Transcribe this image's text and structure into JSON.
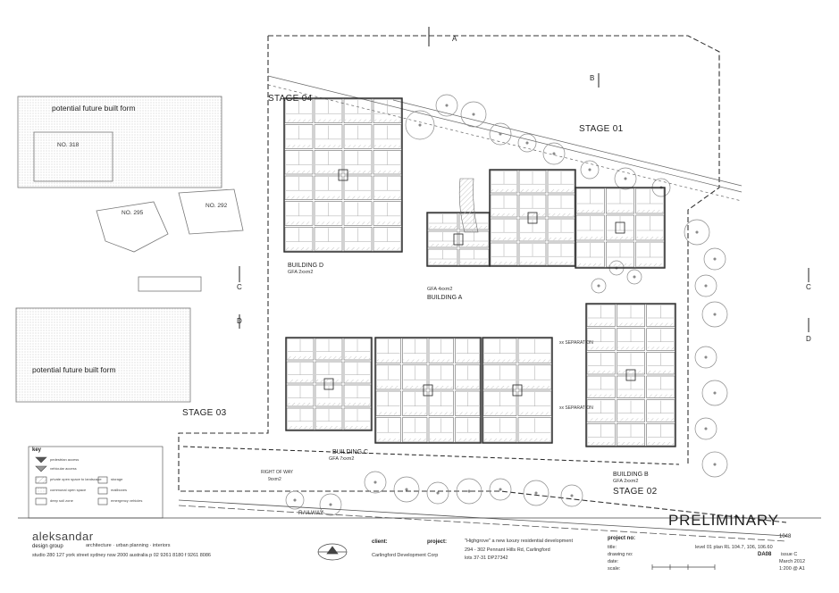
{
  "stages": {
    "s1": "STAGE 01",
    "s2": "STAGE 02",
    "s3": "STAGE 03",
    "s4": "STAGE 04"
  },
  "buildings": {
    "a": {
      "name": "BUILDING A",
      "gfa": "GFA 4xxm2"
    },
    "b": {
      "name": "BUILDING B",
      "gfa": "GFA 2xxm2"
    },
    "c": {
      "name": "BUILDING C",
      "gfa": "GFA 7xxm2"
    },
    "d": {
      "name": "BUILDING D",
      "gfa": "GFA 2xxm2"
    }
  },
  "neighbours": {
    "n318": "NO. 318",
    "n295": "NO. 295",
    "n292": "NO. 292",
    "future_top": "potential future built form",
    "future_bottom": "potential future built form"
  },
  "site": {
    "right_of_way": "RIGHT OF WAY",
    "row_area": "9xxm2",
    "railway": "RAILWAY",
    "separation_1": "xx SEPARATION",
    "separation_2": "xx SEPARATION"
  },
  "sections": {
    "a": "A",
    "b": "B",
    "c": "C",
    "d": "D"
  },
  "legend": {
    "title": "key",
    "entries": [
      "pedestrian access",
      "vehicular access",
      "private open space to landscape",
      "communal open space",
      "deep soil zone",
      "storage",
      "mailboxes",
      "emergency vehicles"
    ]
  },
  "title_block": {
    "firm_name": "aleksandar",
    "firm_sub": "design group",
    "firm_tagline": "architecture · urban planning · interiors",
    "firm_address": "studio 280 127 york street sydney nsw 2000 australia p 02 9261 8180 f 9261 8086",
    "client_label": "client:",
    "client": "Carlingford Development Corp",
    "project_label": "project:",
    "project": "\"Highgrove\" a new luxury residential development",
    "project_address": "294 - 302 Pennant Hills Rd, Carlingford",
    "project_lot": "lots 37-31 DP27342",
    "project_no_label": "project no:",
    "project_no": "1048",
    "title_label": "title:",
    "title": "level 01 plan RL 104.7, 106, 106.60",
    "drawing_no_label": "drawing no:",
    "drawing_no": "DA08",
    "issue": "issue C",
    "date_label": "date:",
    "date": "March 2012",
    "scale_label": "scale:",
    "scale": "1:200 @ A1",
    "status": "PRELIMINARY"
  },
  "colors": {
    "ink": "#222222",
    "light_ink": "#6b6b6b",
    "faint": "#a8a8a8",
    "hatch": "#c9c9c9",
    "paper": "#ffffff"
  }
}
